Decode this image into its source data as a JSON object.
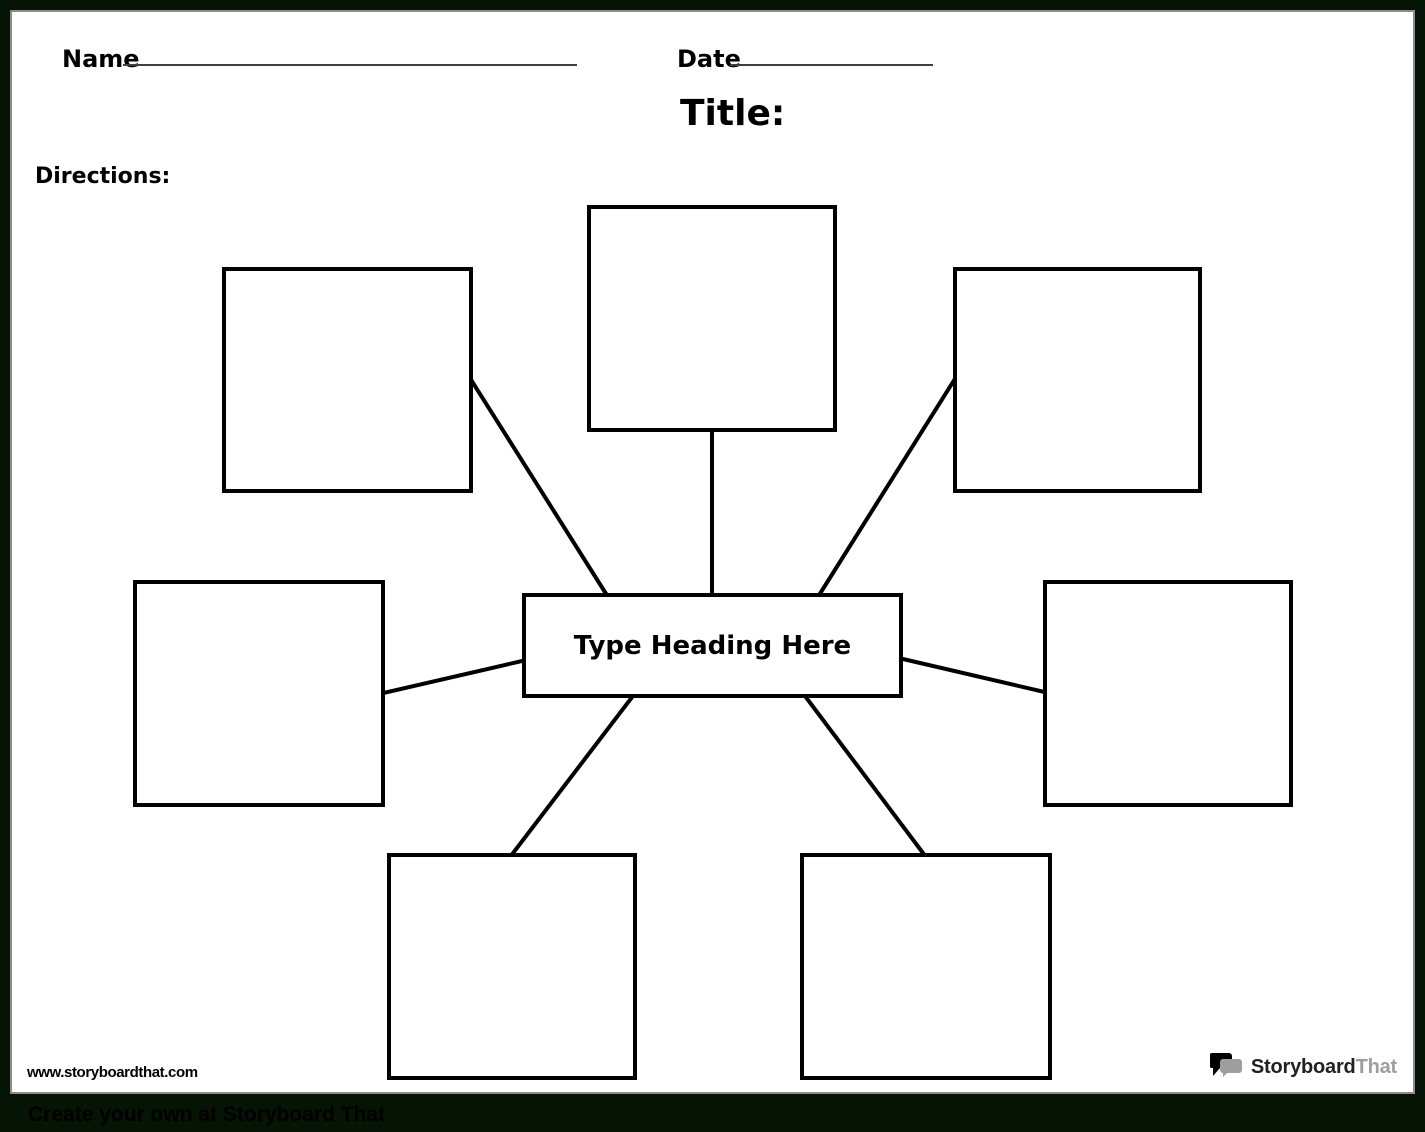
{
  "colors": {
    "background": "#051405",
    "page": "#ffffff",
    "page_border": "#8c8c8c",
    "line": "#000000",
    "write_line": "#3f3f3f",
    "logo_gray": "#9e9e9e"
  },
  "header": {
    "name_label": "Name",
    "date_label": "Date",
    "title_label": "Title:",
    "directions_label": "Directions:"
  },
  "diagram": {
    "type": "spider-map",
    "center_heading": "Type Heading Here",
    "boxes": [
      {
        "id": "top-left",
        "text": ""
      },
      {
        "id": "top-center",
        "text": ""
      },
      {
        "id": "top-right",
        "text": ""
      },
      {
        "id": "mid-left",
        "text": ""
      },
      {
        "id": "mid-right",
        "text": ""
      },
      {
        "id": "bottom-left",
        "text": ""
      },
      {
        "id": "bottom-right",
        "text": ""
      }
    ]
  },
  "footer": {
    "site_url": "www.storyboardthat.com",
    "tagline": "Create your own at Storyboard That",
    "logo_icon": "speech-bubbles-icon",
    "brand_primary": "Storyboard",
    "brand_secondary": "That"
  }
}
